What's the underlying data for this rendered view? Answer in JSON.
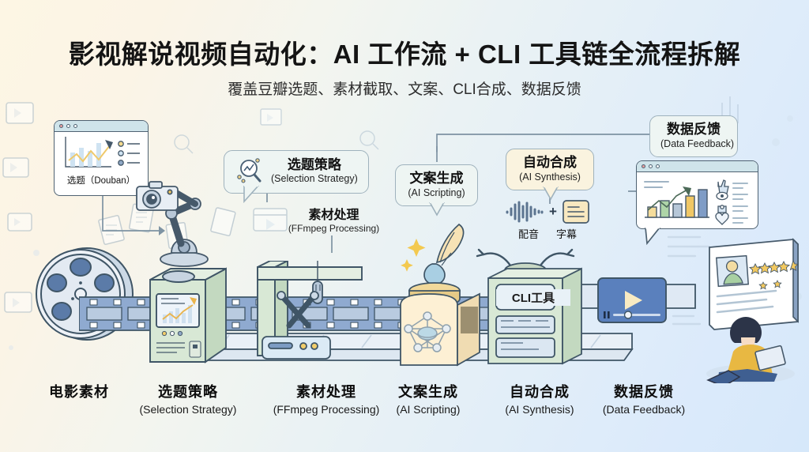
{
  "header": {
    "title": "影视解说视频自动化：AI 工作流 + CLI 工具链全流程拆解",
    "subtitle": "覆盖豆瓣选题、素材截取、文案、CLI合成、数据反馈"
  },
  "callouts": [
    {
      "id": "selection-strategy",
      "cn": "选题策略",
      "en": "(Selection Strategy)",
      "style": "mint",
      "icon": "magnifier-chart-icon"
    },
    {
      "id": "material-processing",
      "cn": "素材处理",
      "en": "(FFmpeg Processing)",
      "style": "plain",
      "icon": ""
    },
    {
      "id": "ai-scripting",
      "cn": "文案生成",
      "en": "(AI Scripting)",
      "style": "mint",
      "icon": ""
    },
    {
      "id": "ai-synthesis",
      "cn": "自动合成",
      "en": "(AI Synthesis)",
      "style": "cream",
      "icon": ""
    },
    {
      "id": "data-feedback",
      "cn": "数据反馈",
      "en": "(Data Feedback)",
      "style": "mint",
      "icon": ""
    }
  ],
  "source_window": {
    "label": "选题（Douban）",
    "chart_icon": "line-chart-up-icon",
    "list_items": 3
  },
  "synthesis_parts": {
    "voice": {
      "label": "配音",
      "icon": "audio-waveform-icon"
    },
    "plus": "+",
    "subtitle": {
      "label": "字幕",
      "icon": "subtitle-document-icon"
    }
  },
  "cli_machine": {
    "screen_label": "CLI工具"
  },
  "dashboard": {
    "metrics_icons": [
      "thumbs-up-icon",
      "eye-icon",
      "share-icon",
      "heart-icon"
    ],
    "chart_icon": "bar-chart-up-icon"
  },
  "review_card": {
    "stars": 5,
    "avatar_icon": "user-avatar-icon"
  },
  "video_player": {
    "play_icon": "play-triangle-icon",
    "pause_icon": "pause-bars-icon"
  },
  "steps": [
    {
      "cn": "电影素材",
      "en": ""
    },
    {
      "cn": "选题策略",
      "en": "(Selection Strategy)"
    },
    {
      "cn": "素材处理",
      "en": "(FFmpeg Processing)"
    },
    {
      "cn": "文案生成",
      "en": "(AI Scripting)"
    },
    {
      "cn": "自动合成",
      "en": "(AI Synthesis)"
    },
    {
      "cn": "数据反馈",
      "en": "(Data Feedback)"
    }
  ],
  "colors": {
    "bg_start": "#fdf6e4",
    "bg_end": "#d6e8fa",
    "machine_green": "#d8e8d5",
    "machine_cream": "#fbeccb",
    "ink_blue": "#3f5566",
    "accent_blue": "#5b86c4",
    "bar_yellow": "#f2cd6a",
    "bar_green": "#a8cfa2",
    "bar_gray": "#b9c8d6"
  }
}
